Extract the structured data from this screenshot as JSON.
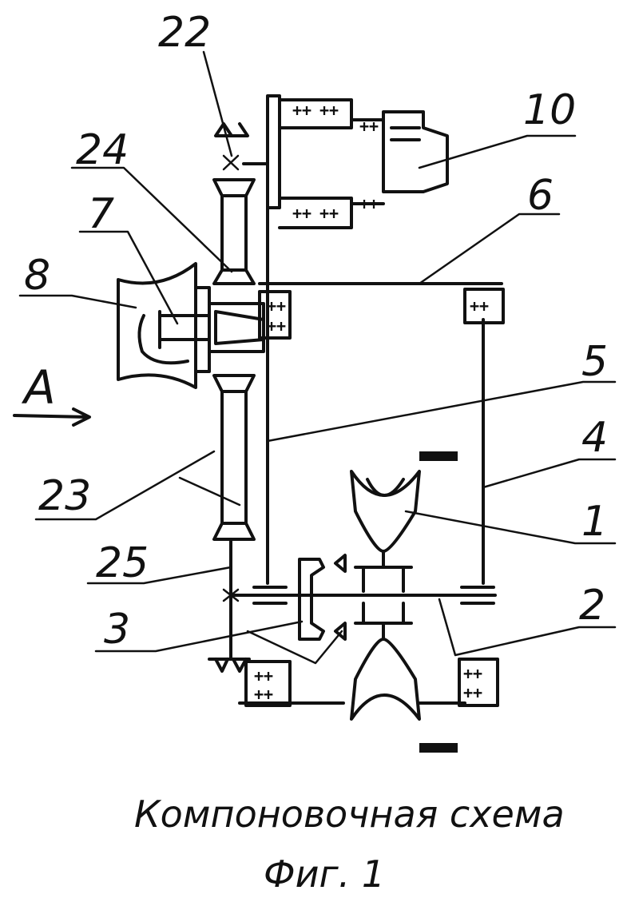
{
  "diagram": {
    "caption": "Компоновочная схема",
    "figure": "Фиг. 1",
    "view_label": "A",
    "labels": {
      "l1": "1",
      "l2": "2",
      "l3": "3",
      "l4": "4",
      "l5": "5",
      "l6": "6",
      "l7": "7",
      "l8": "8",
      "l10": "10",
      "l22": "22",
      "l23": "23",
      "l24": "24",
      "l25": "25"
    },
    "bearing_mark": "++"
  }
}
